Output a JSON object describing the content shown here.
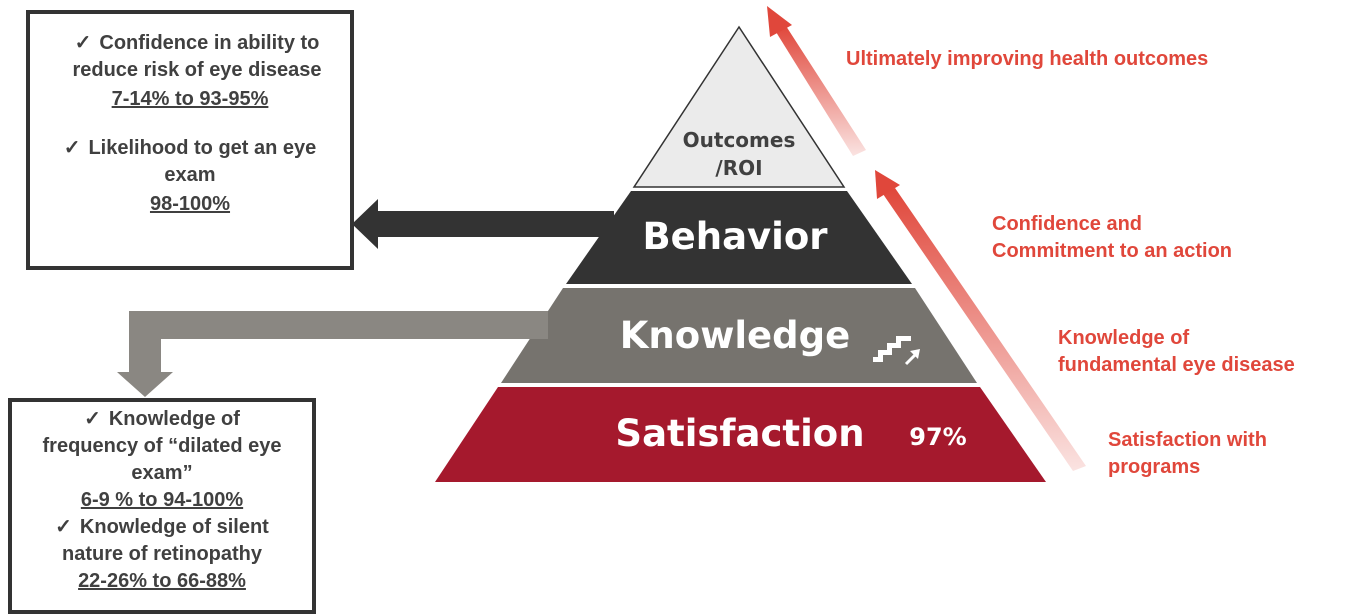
{
  "pyramid": {
    "outcomes": "Outcomes\n/ROI",
    "behavior": "Behavior",
    "knowledge": "Knowledge",
    "satisfaction": "Satisfaction",
    "satisfaction_value": "97%"
  },
  "behavior_box": {
    "item1_text": "Confidence in ability to reduce risk of eye disease",
    "item1_value": "7-14% to 93-95%",
    "item2_text": "Likelihood to get an eye exam",
    "item2_value": "98-100%"
  },
  "knowledge_box": {
    "item1_text": "Knowledge of frequency of “dilated eye exam”",
    "item1_value": "6-9 % to 94-100%",
    "item2_text": "Knowledge of silent nature of retinopathy",
    "item2_value": "22-26% to 66-88%"
  },
  "right_labels": {
    "outcomes": "Ultimately improving health outcomes",
    "behavior": "Confidence and\nCommitment to an action",
    "knowledge": "Knowledge of\nfundamental eye disease",
    "satisfaction": "Satisfaction with\nprograms"
  },
  "colors": {
    "outcomes": "#ebebeb",
    "behavior": "#333333",
    "knowledge": "#76736e",
    "satisfaction": "#a5192d",
    "arrow": "#e0473b"
  }
}
